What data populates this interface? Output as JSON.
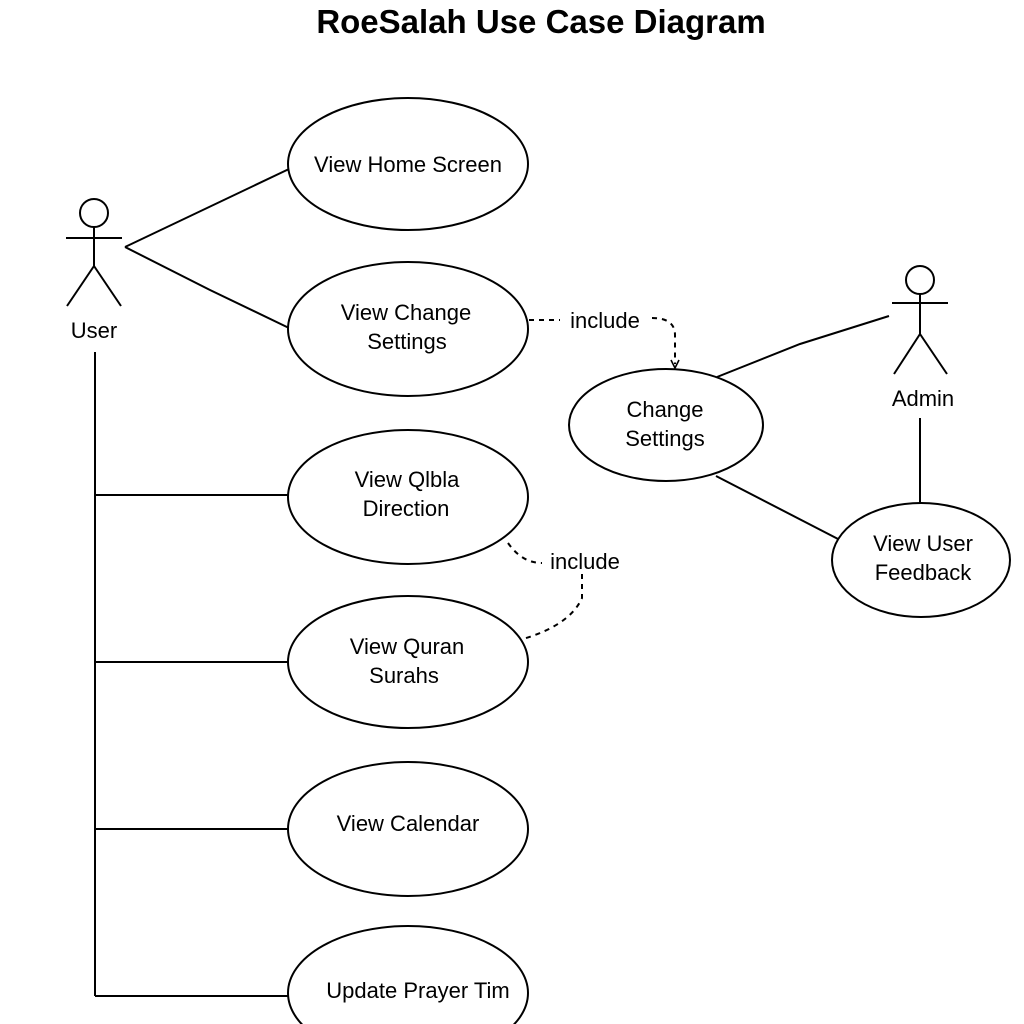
{
  "title": "RoeSalah Use Case Diagram",
  "actors": {
    "user": "User",
    "admin": "Admin"
  },
  "use_cases": {
    "view_home_screen": [
      "View Home Screen"
    ],
    "view_change_settings": [
      "View Change",
      "Settings"
    ],
    "view_qibla_direction": [
      "View Qlbla",
      "Direction"
    ],
    "view_quran_surahs": [
      "View Quran",
      "Surahs"
    ],
    "view_calendar": [
      "View Calendar"
    ],
    "update_prayer_times": [
      "Update Prayer Tim"
    ],
    "change_settings": [
      "Change",
      "Settings"
    ],
    "view_user_feedback": [
      "View User",
      "Feedback"
    ]
  },
  "relations": {
    "include_settings": "include",
    "include_quran": "include"
  }
}
